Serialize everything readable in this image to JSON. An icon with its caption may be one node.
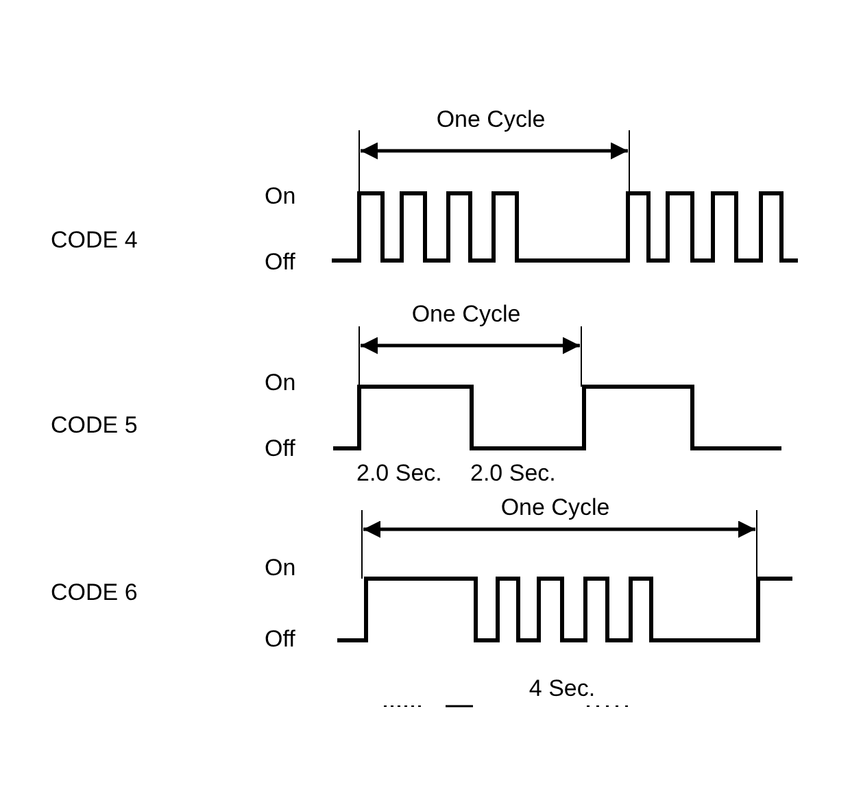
{
  "diagram": {
    "labels": [
      "One Cycle",
      "On",
      "CODE 4",
      "Off",
      "One Cycle",
      "On",
      "CODE 5",
      "Off",
      "2.0 Sec.",
      "2.0 Sec.",
      "One Cycle",
      "On",
      "CODE 6",
      "Off",
      "4 Sec."
    ]
  }
}
